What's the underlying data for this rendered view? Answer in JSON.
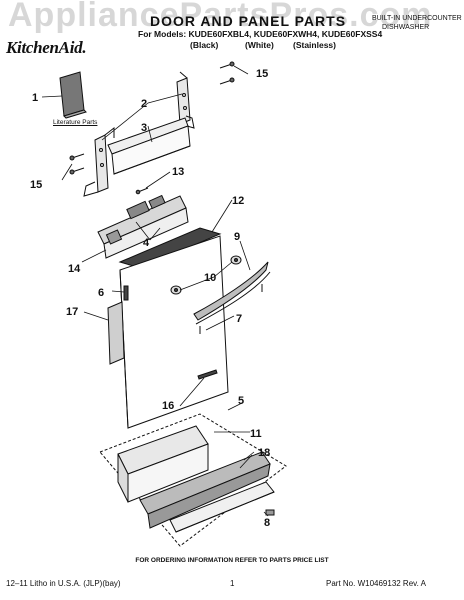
{
  "watermark": "AppliancePartsPros.com",
  "header": {
    "brand": "KitchenAid.",
    "title": "DOOR AND PANEL PARTS",
    "models": "For Models: KUDE60FXBL4, KUDE60FXWH4, KUDE60FXSS4",
    "colors": [
      "(Black)",
      "(White)",
      "(Stainless)"
    ],
    "product_type": [
      "BUILT-IN UNDERCOUNTER",
      "DISHWASHER"
    ]
  },
  "literature_label": "Literature Parts",
  "callouts": [
    "1",
    "2",
    "3",
    "4",
    "5",
    "6",
    "7",
    "8",
    "9",
    "10",
    "11",
    "12",
    "13",
    "14",
    "15",
    "15",
    "16",
    "17",
    "18"
  ],
  "footer": {
    "ordering_note": "FOR ORDERING INFORMATION REFER TO PARTS PRICE LIST",
    "left": "12–11 Litho in U.S.A. (JLP)(bay)",
    "page": "1",
    "part_no": "Part No. W10469132 Rev. A"
  },
  "colors_used": {
    "line": "#111111",
    "shade": "#cfcfcf",
    "dark_shade": "#7a7a7a"
  }
}
